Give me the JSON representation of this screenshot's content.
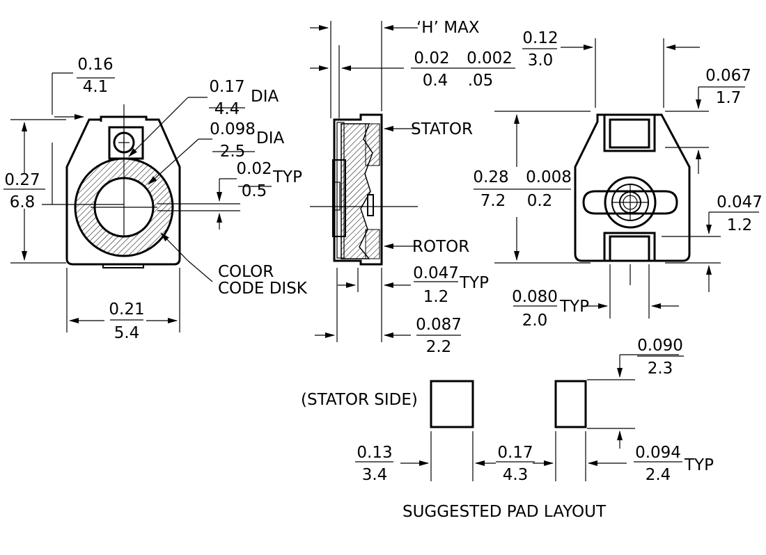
{
  "dimensions": {
    "top_left_height_in": "0.16",
    "top_left_height_mm": "4.1",
    "hole_dia_in": "0.17",
    "hole_dia_mm": "4.4",
    "dia_suffix_1": "DIA",
    "inner_dia_in": "0.098",
    "inner_dia_mm": "2.5",
    "dia_suffix_2": "DIA",
    "offset_in": "0.02",
    "offset_mm": "0.5",
    "typ_1": "TYP",
    "total_height_in": "0.27",
    "total_height_mm": "6.8",
    "width_in": "0.21",
    "width_mm": "5.4",
    "h_max": "‘H’ MAX",
    "gap_in": "0.02",
    "gap_mm": "0.4",
    "gap2_in": "0.002",
    "gap2_mm": ".05",
    "right_top_in": "0.12",
    "right_top_mm": "3.0",
    "right_067_in": "0.067",
    "right_067_mm": "1.7",
    "right_height_in": "0.28",
    "right_height_mm": "7.2",
    "right_tol_in": "0.008",
    "right_tol_mm": "0.2",
    "right_047_in": "0.047",
    "right_047_mm": "1.2",
    "side_047_in": "0.047",
    "side_047_mm": "1.2",
    "typ_2": "TYP",
    "side_087_in": "0.087",
    "side_087_mm": "2.2",
    "right_080_in": "0.080",
    "right_080_mm": "2.0",
    "typ_3": "TYP"
  },
  "labels": {
    "stator": "STATOR",
    "rotor": "ROTOR",
    "color_code_1": "COLOR",
    "color_code_2": "CODE DISK"
  },
  "pad_layout": {
    "title": "SUGGESTED PAD LAYOUT",
    "stator_side": "(STATOR SIDE)",
    "pad_height_in": "0.090",
    "pad_height_mm": "2.3",
    "left_pad_in": "0.13",
    "left_pad_mm": "3.4",
    "spacing_in": "0.17",
    "spacing_mm": "4.3",
    "right_pad_in": "0.094",
    "right_pad_mm": "2.4",
    "typ": "TYP"
  }
}
